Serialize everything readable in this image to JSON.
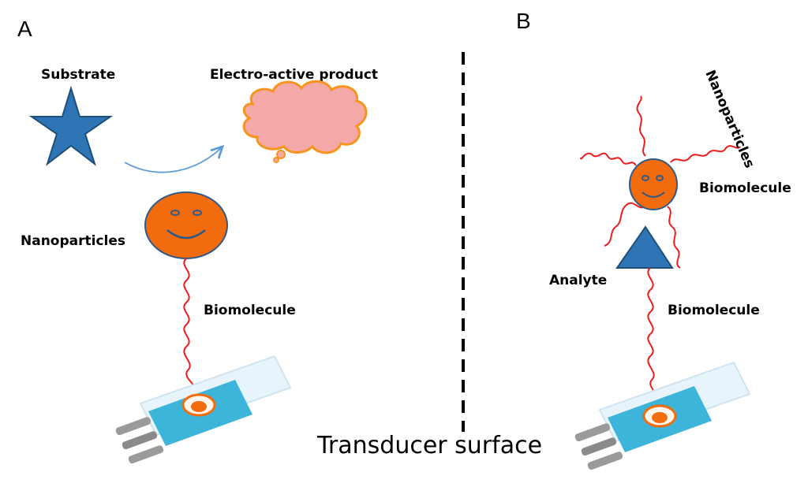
{
  "panels": {
    "a": "A",
    "b": "B"
  },
  "left": {
    "substrate": "Substrate",
    "product": "Electro-active product",
    "nanoparticles": "Nanoparticles",
    "biomolecule": "Biomolecule"
  },
  "right": {
    "nanoparticles": "Nanoparticles",
    "biomolecule_top": "Biomolecule",
    "analyte": "Analyte",
    "biomolecule_bottom": "Biomolecule"
  },
  "transducer_label": "Transducer surface",
  "colors": {
    "star": "#2e75b6",
    "star_edge": "#1f4e79",
    "nanoparticle": "#f26b0c",
    "nanoparticle_edge": "#2e5a8a",
    "cloud_fill": "#f4a8a8",
    "cloud_edge": "#f7941d",
    "wire": "#ee1c1c",
    "strip_blue": "#3db4d9",
    "strip_pale": "#e8f4fb",
    "triangle": "#2e75b6",
    "arrow": "#5b9bd5"
  },
  "icons": [
    "star-icon",
    "cloud-icon",
    "smiley-nanoparticle-icon",
    "triangle-analyte-icon",
    "test-strip-icon",
    "curved-arrow-icon"
  ]
}
